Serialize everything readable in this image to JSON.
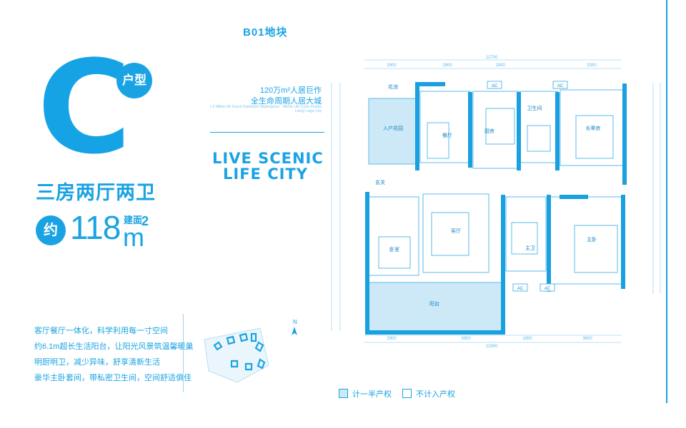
{
  "block_label": "B01地块",
  "unit": {
    "letter": "C",
    "type_badge": "户型",
    "rooms": "三房两厅两卫",
    "about_badge": "约",
    "area_value": "118",
    "area_label": "建面",
    "area_unit": "m",
    "area_sup": "2"
  },
  "tagline": {
    "line1": "120万m²人居巨作",
    "line2": "全生命周期人居大城",
    "small_print": "1.2 Million M² Grand Habitation Masterpiece · Whole Life Cycle People Living Large City"
  },
  "slogan": {
    "line1": "LIVE SCENIC",
    "line2": "LIFE CITY"
  },
  "features": [
    "客厅餐厅一体化，科学利用每一寸空间",
    "约6.1m超长生活阳台，让阳光风景筑温馨暖巢",
    "明厨明卫，减少异味，舒享清新生活",
    "豪华主卧套间，带私密卫生间，空间舒适俱佳"
  ],
  "compass": "N",
  "plan": {
    "rooms": {
      "flower_bed": "花池",
      "entry_garden": "入户花园",
      "dining": "餐厅",
      "kitchen": "厨房",
      "bathroom": "卫生间",
      "elder_room": "长辈房",
      "foyer": "玄关",
      "living": "客厅",
      "bedroom": "卧室",
      "master_bath": "主卫",
      "master": "主卧",
      "balcony": "阳台"
    },
    "ac": "AC",
    "dims_top_total": "12700",
    "dims_top": [
      "2900",
      "2900",
      "1900",
      "3350"
    ],
    "dims_bottom_total": "12900",
    "dims_bottom": [
      "2900",
      "3850",
      "1850",
      "3600"
    ]
  },
  "legend": [
    "计一半产权",
    "不计入产权"
  ],
  "colors": {
    "accent": "#1aa3e3",
    "half_area_fill": "#cde9f7",
    "wall": "#19a0e0",
    "line": "#5bbbe9"
  }
}
